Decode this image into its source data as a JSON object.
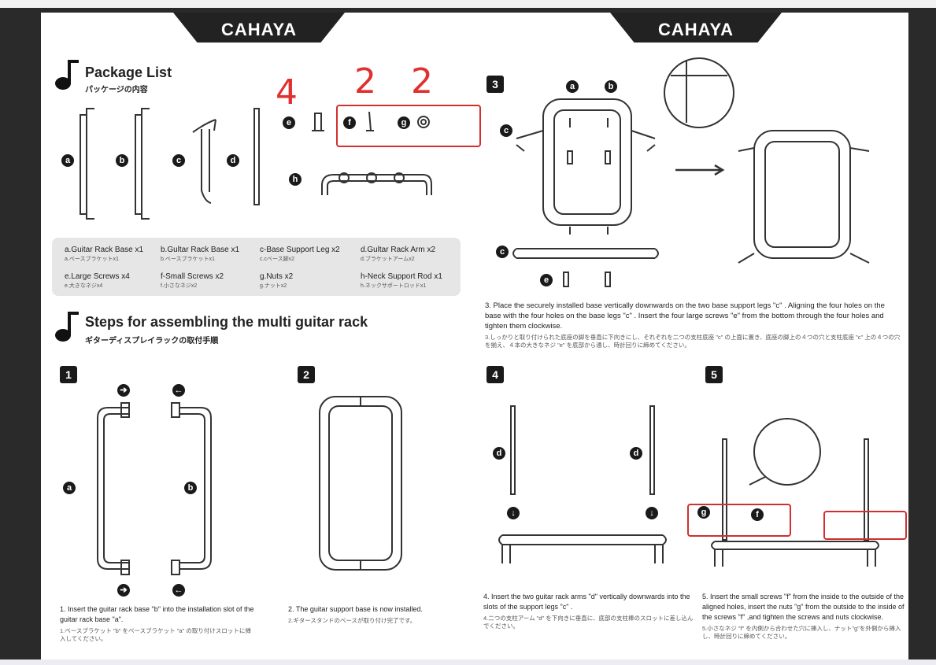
{
  "brand": "CAHAYA",
  "package": {
    "title": "Package List",
    "subtitle": "パッケージの内容",
    "items": [
      {
        "en": "a.Guitar Rack Base x1",
        "jp": "a.ベースブラケットx1"
      },
      {
        "en": "b.Gultar Rack Base x1",
        "jp": "b.ベースブラケットx1"
      },
      {
        "en": "c-Base Support Leg x2",
        "jp": "c.cベース脚x2"
      },
      {
        "en": "d.Gultar Rack Arm x2",
        "jp": "d.ブラケットアームx2"
      },
      {
        "en": "e.Large Screws x4",
        "jp": "e.大きなネジx4"
      },
      {
        "en": "f-Small Screws x2",
        "jp": "f.小さなネジx2"
      },
      {
        "en": "g.Nuts x2",
        "jp": "g.ナットx2"
      },
      {
        "en": "h-Neck Support Rod x1",
        "jp": "h.ネックサポートロッドx1"
      }
    ],
    "handwritten": [
      "4",
      "2",
      "2"
    ]
  },
  "steps_title": {
    "title": "Steps for assembling the multi guitar rack",
    "subtitle": "ギターディスプレイラックの取付手順"
  },
  "labels": {
    "a": "a",
    "b": "b",
    "c": "c",
    "d": "d",
    "e": "e",
    "f": "f",
    "g": "g",
    "h": "h"
  },
  "steps": [
    {
      "num": "1",
      "en": "1. Insert the guitar rack base \"b\" into the installation slot of the guitar rack base \"a\".",
      "jp": "1.ベースブラケット \"b\" をベースブラケット \"a\" の取り付けスロットに挿入してください。"
    },
    {
      "num": "2",
      "en": "2. The guitar support base is now installed.",
      "jp": "2.ギタースタンドのベースが取り付け完了です。"
    },
    {
      "num": "3",
      "en": "3. Place the securely installed base vertically downwards on the two base support legs \"c\" . Aligning the four holes on the base with the four holes on the base legs \"c\" . Insert the four large screws \"e\" from the bottom through the four holes and tighten them clockwise.",
      "jp": "3.しっかりと取り付けられた底座の脚を垂直に下向きにし、それぞれを二つの支柱底座 \"c\" の上面に置き、底座の脚上の４つの穴と支柱底座 \"c\" 上の４つの穴を揃え、４本の大きなネジ \"e\" を底部から通し、時計回りに締めてください。"
    },
    {
      "num": "4",
      "en": "4. Insert the two guitar rack arms \"d\" vertically downwards into the slots of the support legs \"c\" .",
      "jp": "4.二つの支柱アーム \"d\" を下向きに垂直に、底部の支柱棒のスロットに差し込んでください。"
    },
    {
      "num": "5",
      "en": "5. Insert the small screws \"f\" from the inside to the outside of the aligned holes, insert the nuts \"g\" from the outside to the inside of the screws \"f\" ,and tighten the screws and nuts clockwise.",
      "jp": "5.小さなネジ \"f\" を内側から合わせた穴に挿入し、ナット\"g\"を外側から挿入し、時計回りに締めてください。"
    }
  ],
  "colors": {
    "accent_red": "#d03030",
    "ink": "#1a1a1a",
    "panel": "#e6e6e6"
  }
}
